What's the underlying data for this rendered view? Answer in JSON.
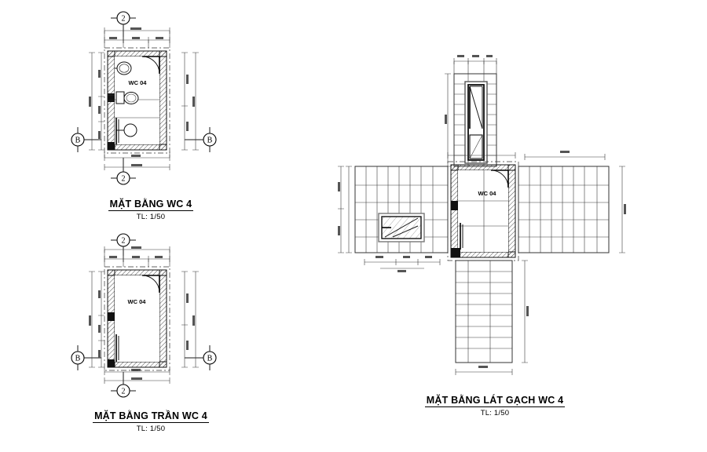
{
  "document": {
    "type": "architectural-cad-drawing",
    "background_color": "#ffffff",
    "line_color": "#1a1a1a"
  },
  "panels": [
    {
      "id": "floor-plan",
      "title": "MẶT BẰNG WC 4",
      "scale": "TL: 1/50",
      "room_label": "WC 04",
      "grid_bubbles": [
        "2",
        "B",
        "B",
        "2"
      ],
      "fixtures": [
        "sink",
        "toilet",
        "floor-drain",
        "door-swing"
      ]
    },
    {
      "id": "ceiling-plan",
      "title": "MẶT BẰNG TRẦN WC 4",
      "scale": "TL: 1/50",
      "room_label": "WC 04",
      "grid_bubbles": [
        "2",
        "B",
        "B",
        "2"
      ],
      "fixtures": [
        "door-swing"
      ]
    },
    {
      "id": "tile-plan",
      "title": "MẶT BẰNG LÁT GẠCH WC 4",
      "scale": "TL: 1/50",
      "room_label": "WC 04",
      "wings": [
        "top-wall-elevation",
        "left-wall-elevation",
        "right-wall-elevation",
        "bottom-wall-elevation"
      ],
      "wing_features": [
        "door-panel",
        "mirror-panel",
        "tile-grid",
        "tile-grid"
      ]
    }
  ]
}
